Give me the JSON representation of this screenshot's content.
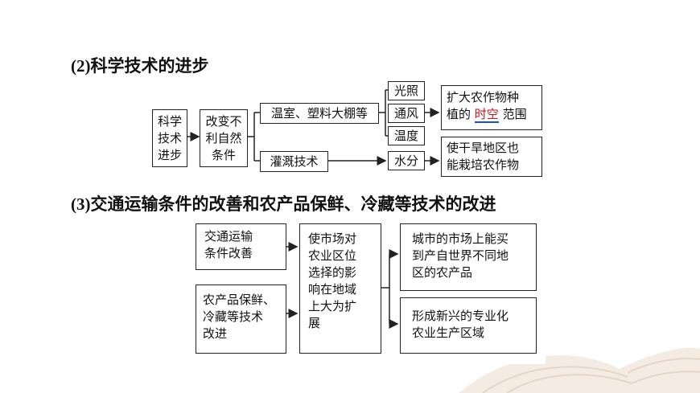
{
  "section2": {
    "num": "(2)",
    "title": "科学技术的进步",
    "nodes": {
      "root": [
        "科学",
        "技术",
        "进步"
      ],
      "change": [
        "改变不",
        "利自然",
        "条件"
      ],
      "greenhouse": "温室、塑料大棚等",
      "irrigation": "灌溉技术",
      "light": "光照",
      "ventilation": "通风",
      "temperature": "温度",
      "water": "水分",
      "expand_l1": "扩大农作物种",
      "expand_l2_pre": "植的",
      "expand_l2_hl": "时空",
      "expand_l2_post": "范围",
      "arid": [
        "使干旱地区也",
        "能栽培农作物"
      ]
    }
  },
  "section3": {
    "num": "(3)",
    "title": "交通运输条件的改善和农产品保鲜、冷藏等技术的改进",
    "nodes": {
      "transport": [
        "交通运输",
        "条件改善"
      ],
      "preservation": [
        "农产品保鲜、",
        "冷藏等技术",
        "改进"
      ],
      "market": [
        "使市场对",
        "农业区位",
        "选择的影",
        "响在地域",
        "上大为扩",
        "展"
      ],
      "city": [
        "城市的市场上能买",
        "到产自世界不同地",
        "区的农产品"
      ],
      "specialized": [
        "形成新兴的专业化",
        "农业生产区域"
      ]
    }
  },
  "colors": {
    "highlight_text": "#d0111b",
    "underline": "#1a4fd8",
    "border": "#222222"
  }
}
